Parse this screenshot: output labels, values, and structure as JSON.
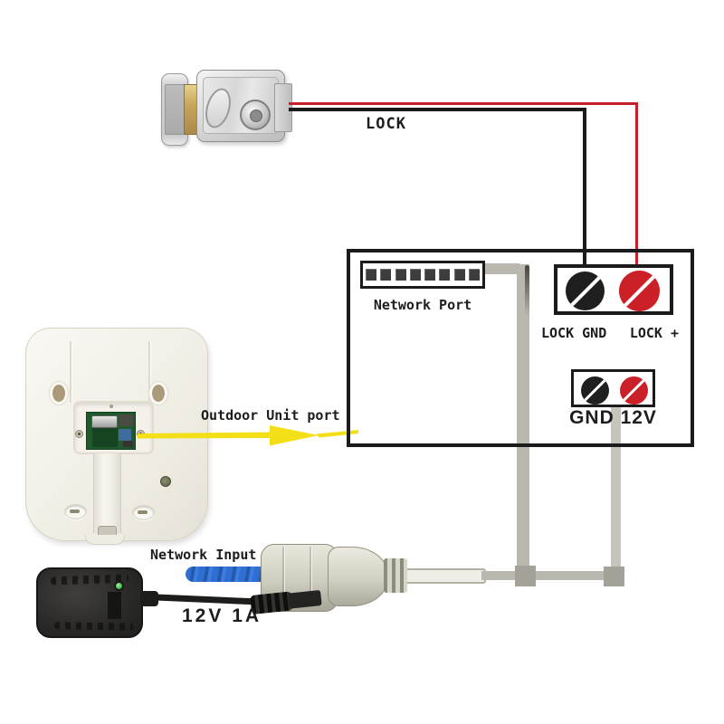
{
  "colors": {
    "wire-red": "#c8202a",
    "wire-black": "#1b1b1b",
    "wire-grey": "#b9b7ae",
    "junction-grey": "#a3a198",
    "arrow-yellow": "#f2df17",
    "cable-blue": "#2f6fd2",
    "terminal-red": "#cb2027",
    "terminal-black": "#1f1f1f",
    "led-green": "#46c050",
    "pcb-green": "#1f5a2d",
    "cable-white": "#efeee6",
    "box-border": "#1b1b1b"
  },
  "lock": {
    "label": "LOCK"
  },
  "control_box": {
    "network_port_label": "Network Port",
    "lock_gnd_label": "LOCK GND",
    "lock_plus_label": "LOCK +",
    "power_label": "GND 12V"
  },
  "outdoor_unit": {
    "port_label": "Outdoor Unit port"
  },
  "bottom": {
    "network_input_label": "Network Input",
    "adapter_rating": "12V 1A"
  }
}
